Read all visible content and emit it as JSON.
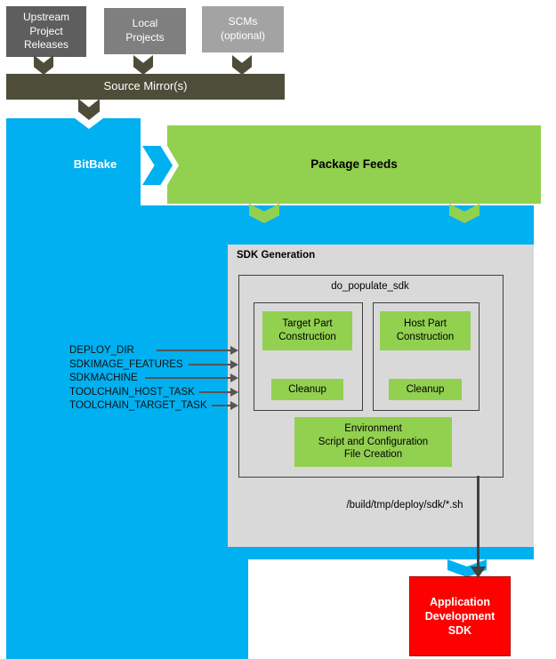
{
  "colors": {
    "blue": "#00b0f0",
    "green": "#92d050",
    "olive": "#4e4d39",
    "panel_gray": "#d9d9d9",
    "red": "#ff0000",
    "arrow_gray": "#555555",
    "box_dark_gray": "#5e5e5e",
    "box_mid_gray": "#7f7f7f",
    "box_light_gray": "#a3a3a3"
  },
  "sources": {
    "upstream": "Upstream\nProject\nReleases",
    "local": "Local\nProjects",
    "scms": "SCMs\n(optional)",
    "mirror": "Source Mirror(s)"
  },
  "build": {
    "bitbake": "BitBake",
    "package_feeds": "Package Feeds"
  },
  "sdk_generation": {
    "title": "SDK Generation",
    "task": "do_populate_sdk",
    "target_part": "Target Part\nConstruction",
    "target_cleanup": "Cleanup",
    "host_part": "Host Part\nConstruction",
    "host_cleanup": "Cleanup",
    "environment": "Environment\nScript and Configuration\nFile Creation",
    "output_path": "/build/tmp/deploy/sdk/*.sh"
  },
  "variables": [
    {
      "label": "DEPLOY_DIR"
    },
    {
      "label": "SDKIMAGE_FEATURES"
    },
    {
      "label": "SDKMACHINE"
    },
    {
      "label": "TOOLCHAIN_HOST_TASK"
    },
    {
      "label": "TOOLCHAIN_TARGET_TASK"
    }
  ],
  "output": {
    "sdk": "Application\nDevelopment\nSDK"
  }
}
